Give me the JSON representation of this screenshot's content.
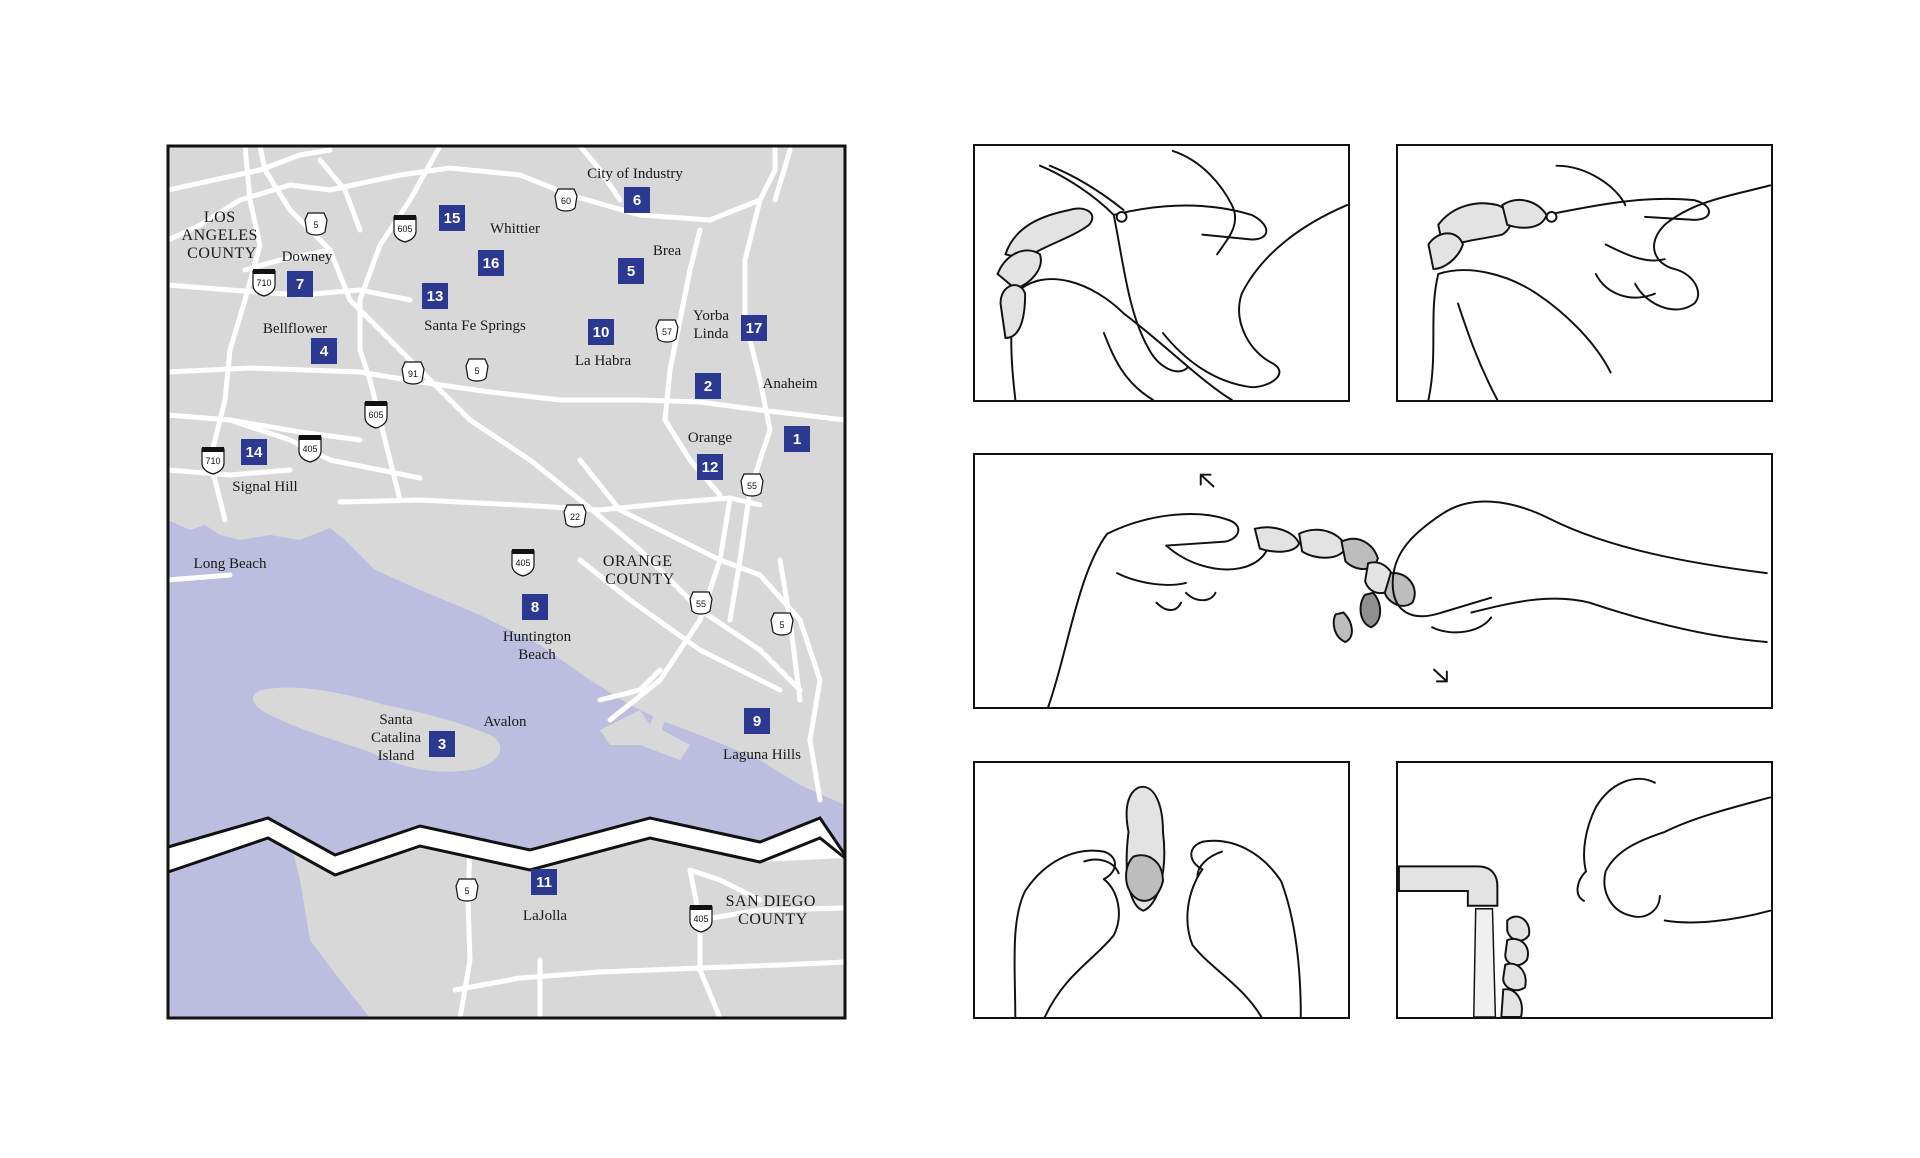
{
  "colors": {
    "land": "#d8d8d8",
    "water": "#bcbddf",
    "road": "#ffffff",
    "marker": "#2b3990",
    "border": "#111111"
  },
  "map": {
    "counties": [
      {
        "line1": "LOS",
        "line2": "ANGELES",
        "line3": "COUNTY"
      },
      {
        "line1": "ORANGE",
        "line2": "COUNTY"
      },
      {
        "line1": "SAN DIEGO",
        "line2": "COUNTY"
      }
    ],
    "places": {
      "city_of_industry": "City of Industry",
      "whittier": "Whittier",
      "brea": "Brea",
      "downey": "Downey",
      "yorba": "Yorba",
      "linda": "Linda",
      "bellflower": "Bellflower",
      "santa_fe_springs": "Santa Fe Springs",
      "la_habra": "La Habra",
      "anaheim": "Anaheim",
      "orange": "Orange",
      "signal_hill": "Signal Hill",
      "long_beach": "Long Beach",
      "huntington": "Huntington",
      "beach": "Beach",
      "santa": "Santa",
      "catalina": "Catalina",
      "island": "Island",
      "avalon": "Avalon",
      "laguna_hills": "Laguna Hills",
      "lajolla": "LaJolla"
    },
    "markers": [
      "1",
      "2",
      "3",
      "4",
      "5",
      "6",
      "7",
      "8",
      "9",
      "10",
      "11",
      "12",
      "13",
      "14",
      "15",
      "16",
      "17"
    ],
    "shields": [
      "5",
      "605",
      "710",
      "60",
      "57",
      "5",
      "91",
      "605",
      "405",
      "710",
      "55",
      "22",
      "405",
      "55",
      "5",
      "5",
      "405"
    ]
  },
  "instructions": {
    "panels": [
      {
        "icon": "hands-pulling-tendon-icon"
      },
      {
        "icon": "hands-removing-shell-icon"
      },
      {
        "icon": "hands-twisting-tail-icon"
      },
      {
        "icon": "hands-folding-icon"
      },
      {
        "icon": "hands-rinsing-under-faucet-icon"
      }
    ]
  }
}
